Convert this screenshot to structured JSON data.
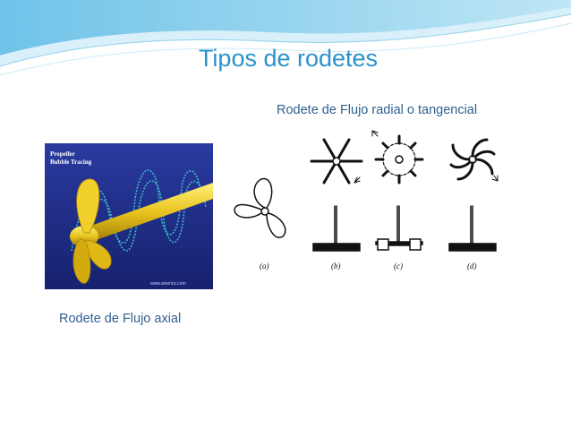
{
  "slide": {
    "title": "Tipos de rodetes"
  },
  "propeller_image": {
    "caption": "Rodete de Flujo axial",
    "inset_line1": "Propeller",
    "inset_line2": "Bubble Tracing",
    "watermark": "www.sinerics.com"
  },
  "impeller_diagram": {
    "caption": "Rodete de Flujo radial o tangencial",
    "labels": [
      "(a)",
      "(b)",
      "(c)",
      "(d)"
    ]
  },
  "colors": {
    "title": "#2a93c9",
    "caption": "#2f5f8f",
    "propeller_background": "#1f2f8f",
    "propeller_body": "#e8c21c",
    "bubble_spiral": "#3bc2c9"
  }
}
